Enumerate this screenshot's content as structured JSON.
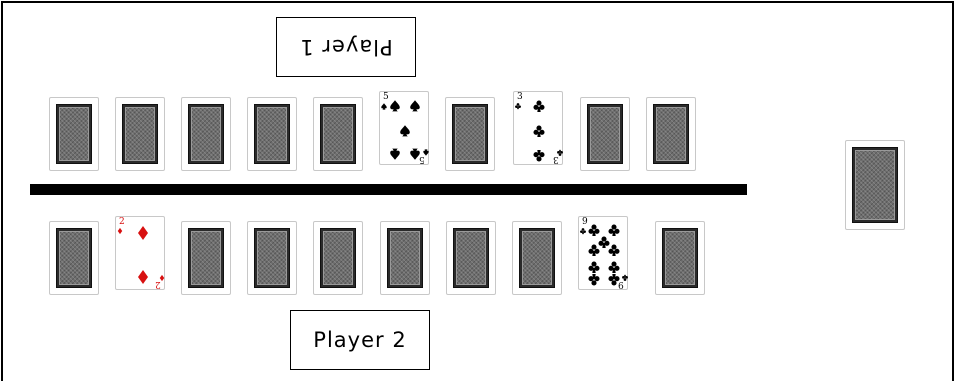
{
  "players": {
    "top_label": "Player 1",
    "bottom_label": "Player 2"
  },
  "top_row": [
    {
      "face": "down"
    },
    {
      "face": "down"
    },
    {
      "face": "down"
    },
    {
      "face": "down"
    },
    {
      "face": "down"
    },
    {
      "face": "up",
      "rank": "5",
      "suit": "spades",
      "color": "#000000"
    },
    {
      "face": "down"
    },
    {
      "face": "up",
      "rank": "3",
      "suit": "clubs",
      "color": "#000000"
    },
    {
      "face": "down"
    },
    {
      "face": "down"
    }
  ],
  "bottom_row": [
    {
      "face": "down"
    },
    {
      "face": "up",
      "rank": "2",
      "suit": "diamonds",
      "color": "#d81010"
    },
    {
      "face": "down"
    },
    {
      "face": "down"
    },
    {
      "face": "down"
    },
    {
      "face": "down"
    },
    {
      "face": "down"
    },
    {
      "face": "down"
    },
    {
      "face": "up",
      "rank": "9",
      "suit": "clubs",
      "color": "#000000"
    },
    {
      "face": "down"
    }
  ],
  "deck": {
    "face": "down"
  }
}
